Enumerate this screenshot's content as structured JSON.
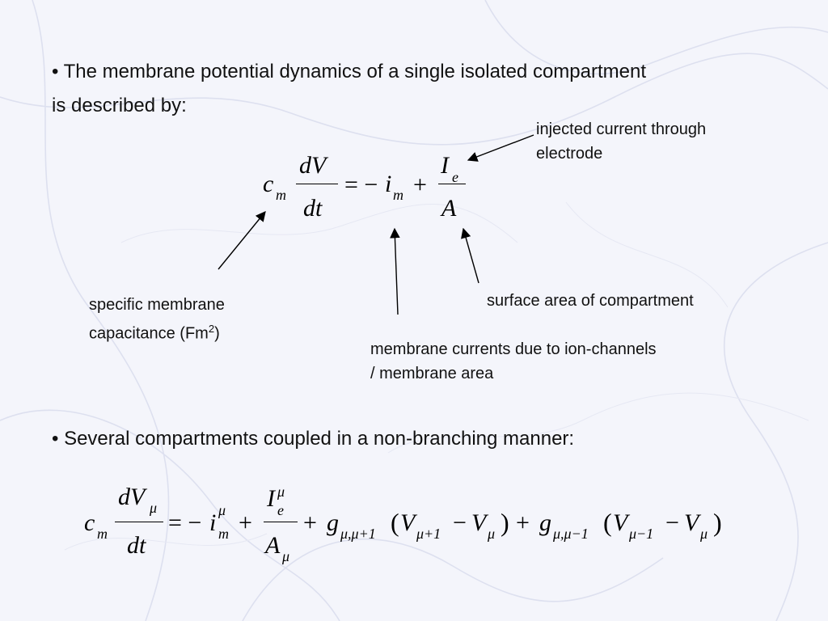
{
  "slide": {
    "bullet1_line1": "• The membrane potential dynamics of a single isolated compartment",
    "bullet1_line2": "is described by:",
    "bullet2": "• Several compartments coupled in a non-branching manner:"
  },
  "annotations": {
    "injected_line1": "injected current through",
    "injected_line2": "electrode",
    "capacitance_line1": "specific membrane",
    "capacitance_line2_prefix": "capacitance (Fm",
    "capacitance_sup": "2",
    "capacitance_line2_suffix": ")",
    "surface_area": "surface area of compartment",
    "currents_line1": "membrane currents due to ion-channels",
    "currents_line2": "/ membrane area"
  },
  "equation1": {
    "c": "c",
    "m": "m",
    "dV": "dV",
    "dt": "dt",
    "eq_minus": "= −",
    "i": "i",
    "plus": "+",
    "I": "I",
    "e": "e",
    "A": "A"
  },
  "equation2": {
    "c": "c",
    "m": "m",
    "dV": "dV",
    "mu": "μ",
    "dt": "dt",
    "eq_minus": "= −",
    "i": "i",
    "plus1": "+",
    "I": "I",
    "e": "e",
    "A": "A",
    "plus2": "+",
    "g1": "g",
    "sub_g1": "μ,μ+1",
    "paren_open1": "(",
    "V1": "V",
    "sub_V1": "μ+1",
    "minus1": "−",
    "V2": "V",
    "paren_close1": ")",
    "plus3": "+",
    "g2": "g",
    "sub_g2": "μ,μ−1",
    "paren_open2": "(",
    "V3": "V",
    "sub_V3": "μ−1",
    "minus2": "−",
    "V4": "V",
    "paren_close2": ")"
  }
}
